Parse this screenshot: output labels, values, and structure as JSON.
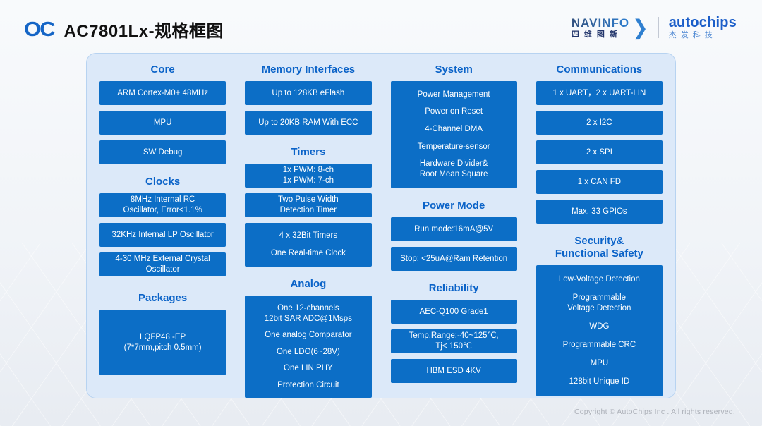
{
  "header": {
    "logo_text": "OC",
    "title": "AC7801Lx-规格框图",
    "navinfo": {
      "name": "NAVINFO",
      "cn": "四维图新",
      "arrow": "❯"
    },
    "autochips": {
      "name": "autochips",
      "cn": "杰发科技"
    }
  },
  "colors": {
    "box_blue": "#0c6ec6",
    "section_title_blue": "#0b63c8",
    "panel_bg": "#dce9f9",
    "panel_border": "#b7d3f1"
  },
  "columns": [
    {
      "sections": [
        {
          "title": "Core",
          "boxes": [
            {
              "items": [
                "ARM Cortex-M0+ 48MHz"
              ]
            },
            {
              "items": [
                "MPU"
              ]
            },
            {
              "items": [
                "SW Debug"
              ]
            }
          ]
        },
        {
          "title": "Clocks",
          "boxes": [
            {
              "items": [
                "8MHz Internal RC\nOscillator, Error<1.1%"
              ]
            },
            {
              "items": [
                "32KHz Internal LP Oscillator"
              ]
            },
            {
              "items": [
                "4-30 MHz External Crystal\nOscillator"
              ]
            }
          ]
        },
        {
          "title": "Packages",
          "gap": true,
          "boxes": [
            {
              "variant": "h93",
              "items": [
                "LQFP48 -EP\n(7*7mm,pitch 0.5mm)"
              ]
            }
          ]
        }
      ]
    },
    {
      "sections": [
        {
          "title": "Memory Interfaces",
          "boxes": [
            {
              "items": [
                "Up to 128KB eFlash"
              ]
            },
            {
              "items": [
                "Up to 20KB RAM With ECC"
              ]
            }
          ]
        },
        {
          "title": "Timers",
          "boxes": [
            {
              "items": [
                "1x PWM: 8-ch\n1x PWM: 7-ch"
              ]
            },
            {
              "items": [
                "Two Pulse Width\nDetection Timer"
              ]
            },
            {
              "variant": "h62",
              "items": [
                "4 x 32Bit Timers",
                "One Real-time Clock"
              ]
            }
          ]
        },
        {
          "title": "Analog",
          "boxes": [
            {
              "variant": "h145",
              "items": [
                "One 12-channels\n12bit SAR ADC@1Msps",
                "One analog Comparator",
                "One LDO(6~28V)",
                "One LIN PHY",
                "Protection Circuit"
              ]
            }
          ]
        }
      ]
    },
    {
      "sections": [
        {
          "title": "System",
          "boxes": [
            {
              "variant": "h152",
              "items": [
                "Power Management",
                "Power on Reset",
                "4-Channel DMA",
                "Temperature-sensor",
                "Hardware Divider&\nRoot Mean Square"
              ]
            }
          ]
        },
        {
          "title": "Power Mode",
          "boxes": [
            {
              "items": [
                "Run mode:16mA@5V"
              ]
            },
            {
              "items": [
                "Stop: <25uA@Ram Retention"
              ]
            }
          ]
        },
        {
          "title": "Reliability",
          "boxes": [
            {
              "items": [
                "AEC-Q100 Grade1"
              ]
            },
            {
              "items": [
                "Temp.Range:-40~125℃,\nTj< 150℃"
              ]
            },
            {
              "items": [
                "HBM ESD  4KV"
              ]
            }
          ]
        }
      ]
    },
    {
      "sections": [
        {
          "title": "Communications",
          "boxes": [
            {
              "items": [
                "1 x UART，2 x UART-LIN"
              ]
            },
            {
              "items": [
                "2 x I2C"
              ]
            },
            {
              "items": [
                "2 x SPI"
              ]
            },
            {
              "items": [
                "1 x CAN FD"
              ]
            },
            {
              "items": [
                "Max. 33 GPIOs"
              ]
            }
          ]
        },
        {
          "title": "Security&\nFunctional Safety",
          "boxes": [
            {
              "variant": "h186",
              "items": [
                "Low-Voltage Detection",
                "Programmable\nVoltage Detection",
                "WDG",
                "Programmable CRC",
                "MPU",
                "128bit Unique ID"
              ]
            }
          ]
        }
      ]
    }
  ],
  "footer": {
    "copyright": "Copyright © AutoChips Inc . All rights reserved."
  }
}
